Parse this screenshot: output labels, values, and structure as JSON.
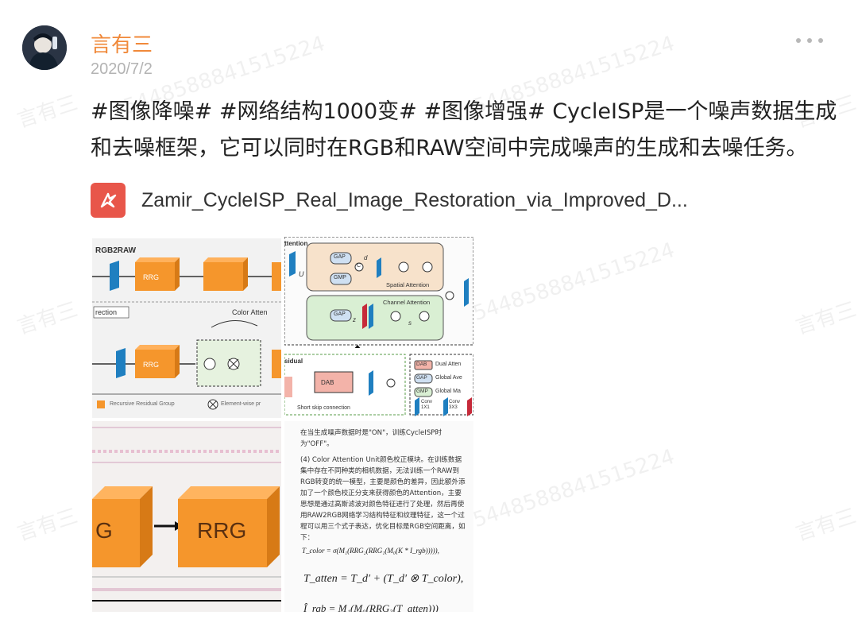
{
  "author": {
    "name": "言有三",
    "date": "2020/7/2"
  },
  "watermark": {
    "text_a": "言有三",
    "text_b": "5448588841515224"
  },
  "post": {
    "lines": [
      "#图像降噪# #网络结构1000变# #图像增强# CycleISP是一个噪声数据生成",
      "和去噪框架，它可以同时在RGB和RAW空间中完成噪声的生成和去噪任务。"
    ]
  },
  "attachment": {
    "icon": "pdf-icon",
    "name": "Zamir_CycleISP_Real_Image_Restoration_via_Improved_D..."
  },
  "images": {
    "img1": {
      "title": "RGB2RAW",
      "rrg_a": "RRG",
      "rrg_b": "RRG",
      "color_attention": "Color Atten",
      "correction": "rection",
      "legend_a": "Recursive Residual Group",
      "legend_b": "Element-wise pr"
    },
    "img2": {
      "attention": "ttention",
      "u": "U",
      "gap": "GAP",
      "gmp": "GMP",
      "c": "C",
      "d": "d",
      "z": "z",
      "s": "s",
      "spatial": "Spatial Attention",
      "channel": "Channel Attention",
      "residual": "sidual",
      "dab": "DAB",
      "dab_b": "DAB",
      "short_skip": "Short skip connection",
      "legend": [
        "Dual Atten",
        "Global Ave",
        "Global Ma"
      ],
      "conv1": "Conv 1X1",
      "conv3": "Conv 3X3"
    },
    "img3": {
      "g": "G",
      "rrg": "RRG"
    },
    "img4": {
      "para1": "在当生成噪声数据时是\"ON\"，训练CycleISP时为\"OFF\"。",
      "para2": "(4) Color Attention Unit颜色校正模块。在训练数据集中存在不同种类的相机数据，无法训练一个RAW到RGB转变的统一模型，主要是颜色的差异，因此额外添加了一个颜色校正分支来获得颜色的Attention，主要思想是通过高斯滤波对颜色特征进行了处理，然后再使用RAW2RGB网络学习结构特征和纹理特征，这一个过程可以用三个式子表达，优化目标是RGB空间距离，如下：",
      "eq1": "T_color = σ(M₁(RRG₂(RRG₁(M₀(K * I_rgb))))),",
      "eq2": "T_atten = T_d′ + (T_d′ ⊗ T_color),",
      "eq3": "Î_rgb = M₁(M₀(RRG₃(T_atten)))"
    }
  }
}
